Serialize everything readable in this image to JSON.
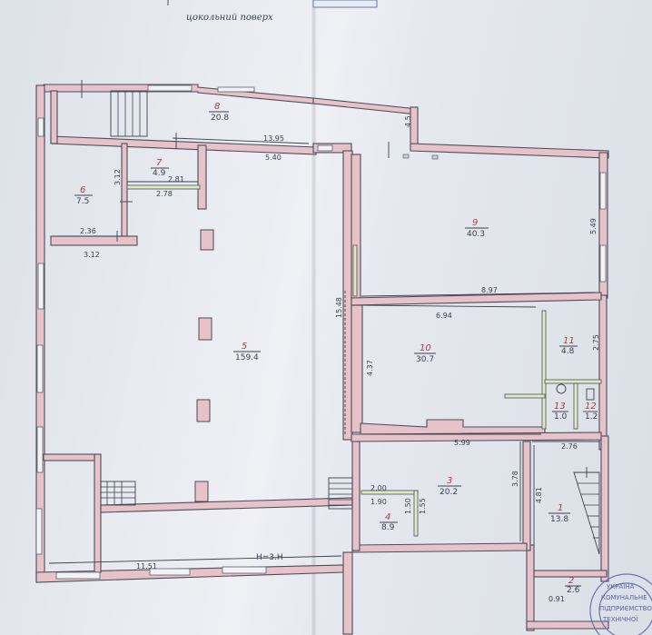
{
  "title": "цокольний поверх",
  "height_mark": "H=3.H",
  "rooms": [
    {
      "id": "r1",
      "number": "1",
      "area": "13.8"
    },
    {
      "id": "r2",
      "number": "2",
      "area": "2.6"
    },
    {
      "id": "r3",
      "number": "3",
      "area": "20.2"
    },
    {
      "id": "r4",
      "number": "4",
      "area": "8.9"
    },
    {
      "id": "r5",
      "number": "5",
      "area": "159.4"
    },
    {
      "id": "r6",
      "number": "6",
      "area": "7.5"
    },
    {
      "id": "r7",
      "number": "7",
      "area": "4.9"
    },
    {
      "id": "r8",
      "number": "8",
      "area": "20.8"
    },
    {
      "id": "r9",
      "number": "9",
      "area": "40.3"
    },
    {
      "id": "r10",
      "number": "10",
      "area": "30.7"
    },
    {
      "id": "r11",
      "number": "11",
      "area": "4.8"
    },
    {
      "id": "r12",
      "number": "12",
      "area": "1.2"
    },
    {
      "id": "r13",
      "number": "13",
      "area": "1.0"
    }
  ],
  "dimensions": [
    "13.95",
    "4.5",
    "5.40",
    "2.81",
    "2.78",
    "3.12",
    "2.36",
    "3.12",
    "5.49",
    "8.97",
    "6.94",
    "15.48",
    "4.37",
    "2.75",
    "5.99",
    "2.76",
    "3.78",
    "4.81",
    "2.00",
    "1.90",
    "1.50",
    "1.55",
    "11.51",
    "0.91"
  ],
  "stamp": {
    "text": [
      "УКРАЇНА",
      "КОМУНАЛЬНЕ",
      "ПІДПРИЄМСТВО",
      "ТЕХНІЧНОЇ"
    ],
    "color": "#6a73b8"
  },
  "colors": {
    "wall": "#e7c3c9",
    "partition": "#dfe9c3",
    "room_number": "#b23a45"
  }
}
